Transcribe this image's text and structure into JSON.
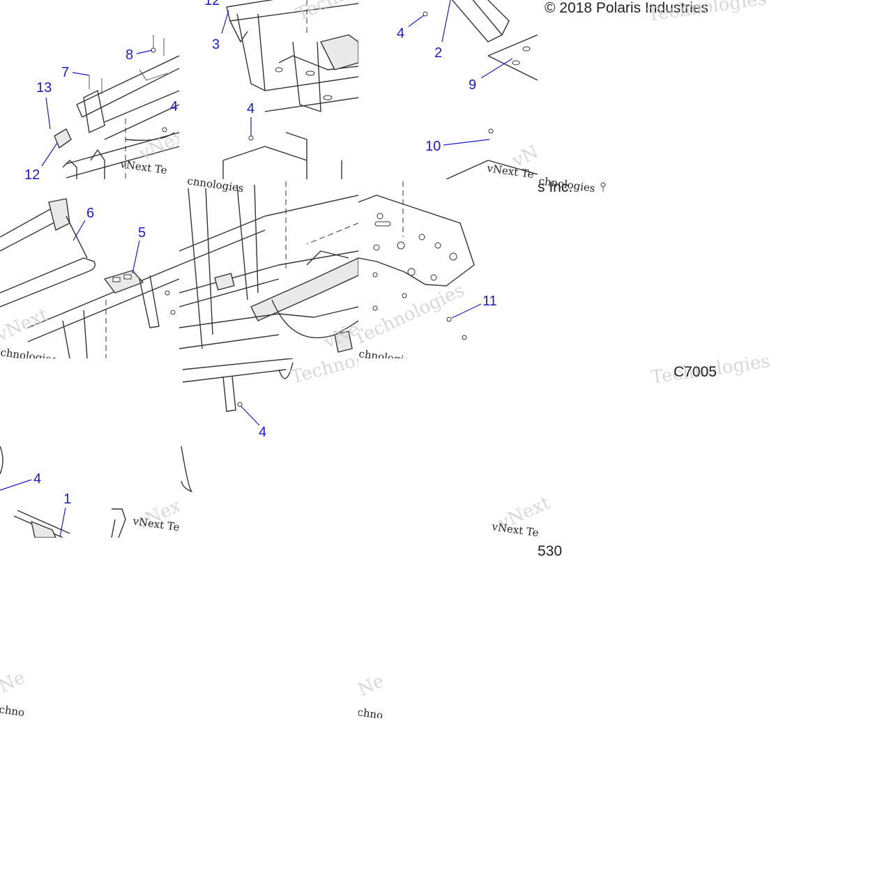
{
  "copyright": "© 2018 Polaris Industries",
  "copyright_tail": "s Inc.",
  "drawing_code": "C7005",
  "drawing_code_tail": "530",
  "watermark_line1": "vNext",
  "watermark_line2": "Technologies",
  "watermark_inline": "vNext Te",
  "watermark_fragment": "chnologies",
  "callouts": {
    "c1": "1",
    "c2": "2",
    "c3": "3",
    "c4a": "4",
    "c4b": "4",
    "c4c": "4",
    "c4d": "4",
    "c4e": "4",
    "c5": "5",
    "c6": "6",
    "c7": "7",
    "c8": "8",
    "c9": "9",
    "c10": "10",
    "c11": "11",
    "c12a": "12",
    "c12b": "12",
    "c13": "13"
  }
}
